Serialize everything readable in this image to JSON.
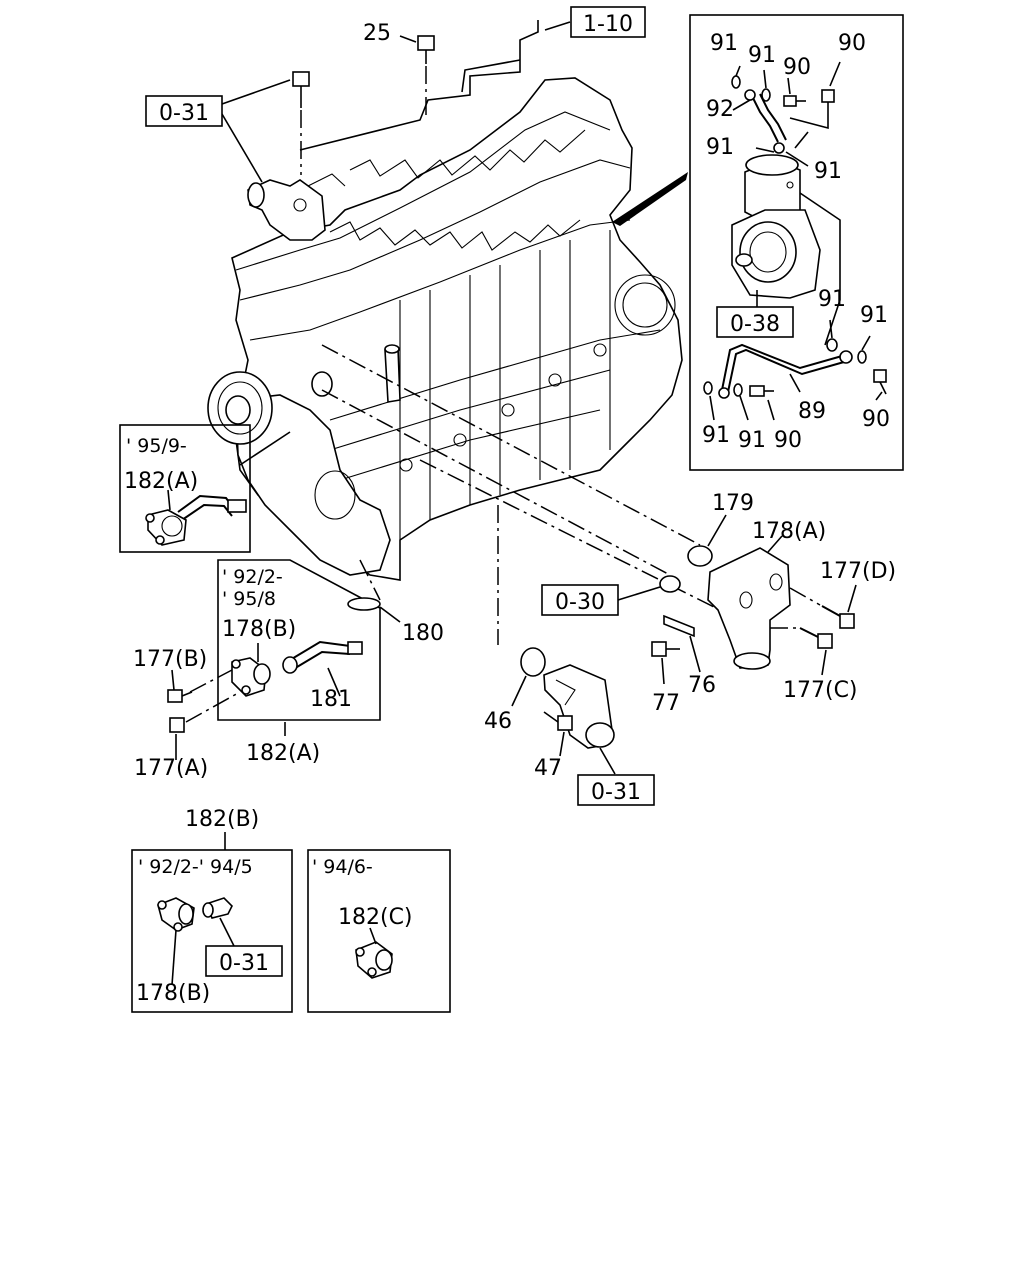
{
  "refs": {
    "r_1_10": "1-10",
    "r_0_31_top": "0-31",
    "r_0_38": "0-38",
    "r_0_30": "0-30",
    "r_0_31_bottom": "0-31",
    "r_0_31_inset": "0-31"
  },
  "labels": {
    "l25": "25",
    "i91a": "91",
    "i91b": "91",
    "i90a": "90",
    "i90b": "90",
    "i92": "92",
    "i91c": "91",
    "i91d": "91",
    "i91e": "91",
    "i91f": "91",
    "i89": "89",
    "i90c": "90",
    "i91g": "91",
    "i91h": "91",
    "i90d": "90",
    "l179": "179",
    "l178a": "178(A)",
    "l177d": "177(D)",
    "l76": "76",
    "l77": "77",
    "l177c": "177(C)",
    "l46": "46",
    "l47": "47",
    "l180": "180",
    "l178b": "178(B)",
    "l177b": "177(B)",
    "l181": "181",
    "l177a": "177(A)",
    "l182a_bottom": "182(A)",
    "l182a_top": "182(A)",
    "l182b": "182(B)",
    "l178b_inset": "178(B)",
    "l182c": "182(C)"
  },
  "dates": {
    "d95_9": "' 95/9-",
    "d92_2": "' 92/2-",
    "d95_8": "' 95/8",
    "d92_2_94_5": "' 92/2-' 94/5",
    "d94_6": "' 94/6-"
  }
}
